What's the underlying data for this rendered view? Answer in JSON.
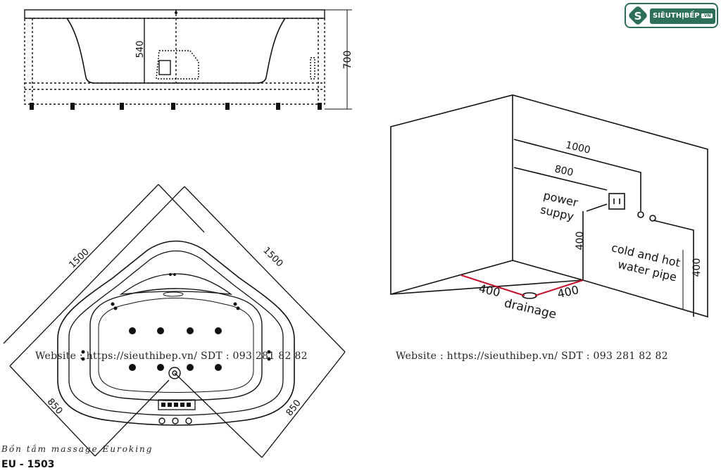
{
  "logo": {
    "brand": "SIÊUTHỊBẾP",
    "suffix": ".VN",
    "mark": "S"
  },
  "side_view": {
    "dim_inner_depth": "540",
    "dim_total_height": "700"
  },
  "top_view": {
    "side_a": "1500",
    "side_b": "1500",
    "side_c": "850",
    "side_d": "850"
  },
  "install": {
    "dim_1000": "1000",
    "dim_800": "800",
    "power_label_1": "power",
    "power_label_2": "suppy",
    "dim_400_left": "400",
    "pipe_label_1": "cold and hot",
    "pipe_label_2": "water pipe",
    "dim_400_right": "400",
    "drain_dim_left": "400",
    "drain_dim_right": "400",
    "drain_label": "drainage"
  },
  "watermark_left": "Website : https://sieuthibep.vn/     SDT : 093 281 82 82",
  "watermark_right": "Website : https://sieuthibep.vn/ SDT : 093 281 82 82",
  "product": {
    "name": "Bồn tắm massage Euroking",
    "code": "EU - 1503"
  }
}
